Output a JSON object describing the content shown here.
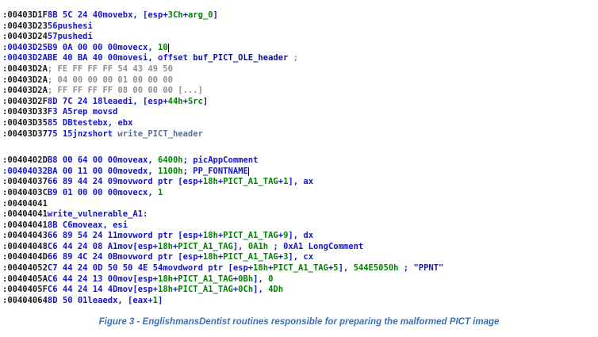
{
  "colors": {
    "code_blue": "#1414cc",
    "value_green": "#008200",
    "comment_gray": "#8f8f8f",
    "name_navy": "#10108e",
    "target_slate": "#5c6c92",
    "address_black": "#1a1a1a",
    "caption_blue": "#3a6fb8"
  },
  "caption": {
    "text": "Figure 3 - EnglishmansDentist routines responsible for preparing the malformed PICT image"
  },
  "listing": {
    "layout": {
      "addr_col": 0,
      "bytes_col": 10,
      "mnemonic_col": 56,
      "operand_col": 64,
      "label_col": 35
    },
    "blocks": [
      {
        "lines": [
          {
            "addr": ":00403D1F",
            "bytes": "8B 5C 24 40",
            "mn": "mov",
            "op": [
              [
                "code",
                "ebx, [esp+"
              ],
              [
                "num",
                "3Ch"
              ],
              [
                "code",
                "+"
              ],
              [
                "num",
                "arg_0"
              ],
              [
                "code",
                "]"
              ]
            ]
          },
          {
            "addr": ":00403D23",
            "bytes": "56",
            "mn": "push",
            "op": [
              [
                "code",
                "esi"
              ]
            ]
          },
          {
            "addr": ":00403D24",
            "bytes": "57",
            "mn": "push",
            "op": [
              [
                "code",
                "edi"
              ]
            ]
          },
          {
            "addr": ":00403D25",
            "hl": true,
            "bytes": "B9 0A 00 00 00",
            "mn": "mov",
            "op": [
              [
                "code",
                "ecx, "
              ],
              [
                "num",
                "10"
              ]
            ],
            "cursor_col": 88
          },
          {
            "addr": ":00403D2A",
            "hl": true,
            "bytes": "BE 40 BA 40 00",
            "mn": "mov",
            "op": [
              [
                "code",
                "esi, offset "
              ],
              [
                "name",
                "buf_PICT_OLE_header"
              ],
              [
                "cmt",
                " ;"
              ]
            ]
          },
          {
            "addr": ":00403D2A",
            "comment_col": 86,
            "comment": [
              [
                "cmt",
                "; FE FF FF FF 54 43 49 50"
              ]
            ]
          },
          {
            "addr": ":00403D2A",
            "comment_col": 86,
            "comment": [
              [
                "cmt",
                "; 04 00 00 00 01 00 00 00"
              ]
            ]
          },
          {
            "addr": ":00403D2A",
            "comment_col": 86,
            "comment": [
              [
                "cmt",
                "; FF FF FF FF 08 00 00 00 [...]"
              ]
            ]
          },
          {
            "addr": ":00403D2F",
            "bytes": "8D 7C 24 18",
            "mn": "lea",
            "op": [
              [
                "code",
                "edi, [esp+"
              ],
              [
                "num",
                "44h"
              ],
              [
                "code",
                "+"
              ],
              [
                "num",
                "Src"
              ],
              [
                "code",
                "]"
              ]
            ]
          },
          {
            "addr": ":00403D33",
            "bytes": "F3 A5",
            "mn": "rep movsd"
          },
          {
            "addr": ":00403D35",
            "bytes": "85 DB",
            "mn": "test",
            "op": [
              [
                "code",
                "ebx, ebx"
              ]
            ]
          },
          {
            "addr": ":00403D37",
            "bytes": "75 15",
            "mn": "jnz",
            "op": [
              [
                "code",
                "short "
              ],
              [
                "tgt",
                "write_PICT_header"
              ]
            ]
          }
        ]
      },
      {
        "lines": [
          {
            "addr": ":0040402D",
            "bytes": "B8 00 64 00 00",
            "mn": "mov",
            "op": [
              [
                "code",
                "eax, "
              ],
              [
                "num",
                "6400h"
              ]
            ],
            "comment_col": 84,
            "comment": [
              [
                "cmtb",
                "; picAppComment"
              ]
            ]
          },
          {
            "addr": ":00404032",
            "hl": true,
            "bytes": "BA 00 11 00 00",
            "mn": "mov",
            "op": [
              [
                "code",
                "edx, "
              ],
              [
                "num",
                "1100h"
              ]
            ],
            "cursor_col": 74,
            "comment_col": 84,
            "comment": [
              [
                "cmtb",
                "; PP_FONTNAME"
              ]
            ]
          },
          {
            "addr": ":00404037",
            "bytes": "66 89 44 24 09",
            "mn": "mov",
            "op": [
              [
                "code",
                "word ptr [esp+"
              ],
              [
                "num",
                "18h"
              ],
              [
                "code",
                "+"
              ],
              [
                "num",
                "PICT_A1_TAG"
              ],
              [
                "code",
                "+"
              ],
              [
                "num",
                "1"
              ],
              [
                "code",
                "], ax"
              ]
            ]
          },
          {
            "addr": ":0040403C",
            "bytes": "B9 01 00 00 00",
            "mn": "mov",
            "op": [
              [
                "code",
                "ecx, "
              ],
              [
                "num",
                "1"
              ]
            ]
          },
          {
            "addr": ":00404041"
          },
          {
            "addr": ":00404041",
            "label": "write_vulnerable_A1:"
          },
          {
            "addr": ":00404041",
            "bytes": "8B C6",
            "mn": "mov",
            "op": [
              [
                "code",
                "eax, esi"
              ]
            ]
          },
          {
            "addr": ":00404043",
            "bytes": "66 89 54 24 11",
            "mn": "mov",
            "op": [
              [
                "code",
                "word ptr [esp+"
              ],
              [
                "num",
                "18h"
              ],
              [
                "code",
                "+"
              ],
              [
                "num",
                "PICT_A1_TAG"
              ],
              [
                "code",
                "+"
              ],
              [
                "num",
                "9"
              ],
              [
                "code",
                "], dx"
              ]
            ]
          },
          {
            "addr": ":00404048",
            "bytes": "C6 44 24 08 A1",
            "mn": "mov",
            "op": [
              [
                "code",
                "[esp+"
              ],
              [
                "num",
                "18h"
              ],
              [
                "code",
                "+"
              ],
              [
                "num",
                "PICT_A1_TAG"
              ],
              [
                "code",
                "], "
              ],
              [
                "num",
                "0A1h"
              ],
              [
                "cmtb",
                " ; 0xA1 LongComment"
              ]
            ]
          },
          {
            "addr": ":0040404D",
            "bytes": "66 89 4C 24 0B",
            "mn": "mov",
            "op": [
              [
                "code",
                "word ptr [esp+"
              ],
              [
                "num",
                "18h"
              ],
              [
                "code",
                "+"
              ],
              [
                "num",
                "PICT_A1_TAG"
              ],
              [
                "code",
                "+"
              ],
              [
                "num",
                "3"
              ],
              [
                "code",
                "], cx"
              ]
            ]
          },
          {
            "addr": ":00404052",
            "bytes": "C7 44 24 0D 50 50 4E 54",
            "mn": "mov",
            "op": [
              [
                "code",
                "dword ptr [esp+"
              ],
              [
                "num",
                "18h"
              ],
              [
                "code",
                "+"
              ],
              [
                "num",
                "PICT_A1_TAG"
              ],
              [
                "code",
                "+"
              ],
              [
                "num",
                "5"
              ],
              [
                "code",
                "], "
              ],
              [
                "num",
                "544E5050h"
              ],
              [
                "cmtb",
                " ; \"PPNT\""
              ]
            ]
          },
          {
            "addr": ":0040405A",
            "bytes": "C6 44 24 13 00",
            "mn": "mov",
            "op": [
              [
                "code",
                "[esp+"
              ],
              [
                "num",
                "18h"
              ],
              [
                "code",
                "+"
              ],
              [
                "num",
                "PICT_A1_TAG"
              ],
              [
                "code",
                "+"
              ],
              [
                "num",
                "0Bh"
              ],
              [
                "code",
                "], "
              ],
              [
                "num",
                "0"
              ]
            ]
          },
          {
            "addr": ":0040405F",
            "bytes": "C6 44 24 14 4D",
            "mn": "mov",
            "op": [
              [
                "code",
                "[esp+"
              ],
              [
                "num",
                "18h"
              ],
              [
                "code",
                "+"
              ],
              [
                "num",
                "PICT_A1_TAG"
              ],
              [
                "code",
                "+"
              ],
              [
                "num",
                "0Ch"
              ],
              [
                "code",
                "], "
              ],
              [
                "num",
                "4Dh"
              ]
            ]
          },
          {
            "addr": ":00404064",
            "bytes": "8D 50 01",
            "mn": "lea",
            "op": [
              [
                "code",
                "edx, [eax+"
              ],
              [
                "num",
                "1"
              ],
              [
                "code",
                "]"
              ]
            ]
          }
        ]
      }
    ]
  }
}
